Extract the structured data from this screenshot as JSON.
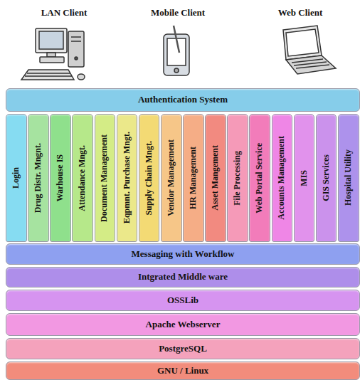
{
  "diagram": {
    "nodes": [
      {
        "text": [
          "Authentication System"
        ]
      },
      {
        "text": [
          "Login"
        ]
      },
      {
        "text": [
          "Drug Distr. Mngnt."
        ]
      },
      {
        "text": [
          "Warhouse IS"
        ]
      },
      {
        "text": [
          "Attendance Mngt."
        ]
      },
      {
        "text": [
          "Document Management"
        ]
      },
      {
        "text": [
          "Eqpmnt. Purchase Mngt."
        ]
      },
      {
        "text": [
          "Supply Chain Mngt."
        ]
      },
      {
        "text": [
          "Vendor Management"
        ]
      },
      {
        "text": [
          "HR Management"
        ]
      },
      {
        "text": [
          "Asset Mangement"
        ]
      },
      {
        "text": [
          "File Processing"
        ]
      },
      {
        "text": [
          "Web Portal Service"
        ]
      },
      {
        "text": [
          "Accounts Management"
        ]
      },
      {
        "text": [
          "MIS"
        ]
      },
      {
        "text": [
          "GIS Services"
        ]
      },
      {
        "text": [
          "Hospital Utility"
        ]
      },
      {
        "text": [
          "Messaging with Workflow"
        ]
      },
      {
        "text": [
          "Intgrated Middle ware"
        ]
      },
      {
        "text": [
          "OSSLib"
        ]
      },
      {
        "text": [
          "Apache Webserver"
        ]
      },
      {
        "text": [
          "PostgreSQL"
        ]
      },
      {
        "text": [
          "GNU / Linux"
        ]
      }
    ],
    "labels": [
      "LAN Client",
      "Mobile Client",
      "Web Client"
    ]
  }
}
